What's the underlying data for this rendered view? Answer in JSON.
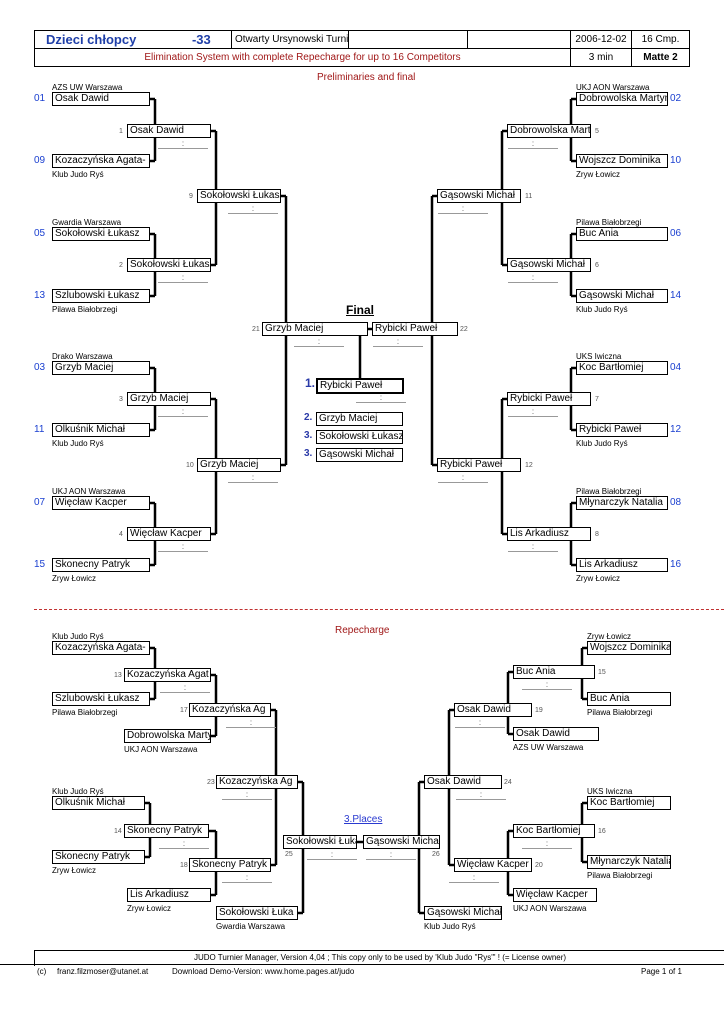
{
  "header": {
    "category": "Dzieci chłopcy",
    "weight": "-33",
    "tournament": "Otwarty Ursynowski Turni",
    "date": "2006-12-02",
    "competitors": "16  Cmp.",
    "system": "Elimination System with complete Repecharge for up to 16 Competitors",
    "duration": "3 min",
    "mat": "Matte 2"
  },
  "prelim": {
    "title": "Preliminaries and final",
    "seeds": [
      {
        "seed": "01",
        "name": "Osak Dawid",
        "club": "AZS UW Warszawa"
      },
      {
        "seed": "02",
        "name": "Dobrowolska Martyn",
        "club": "UKJ AON Warszawa"
      },
      {
        "seed": "03",
        "name": "Grzyb Maciej",
        "club": "Drako Warszawa"
      },
      {
        "seed": "04",
        "name": "Koc Bartłomiej",
        "club": "UKS Iwiczna"
      },
      {
        "seed": "05",
        "name": "Sokołowski Łukasz",
        "club": "Gwardia Warszawa"
      },
      {
        "seed": "06",
        "name": "Buc Ania",
        "club": "Pilawa Białobrzegi"
      },
      {
        "seed": "07",
        "name": "Więcław Kacper",
        "club": "UKJ AON Warszawa"
      },
      {
        "seed": "08",
        "name": "Młynarczyk Natalia",
        "club": "Pilawa Białobrzegi"
      },
      {
        "seed": "09",
        "name": "Kozaczyńska Agata-",
        "club": "Klub Judo Ryś"
      },
      {
        "seed": "10",
        "name": "Wojszcz Dominika",
        "club": "Zryw Łowicz"
      },
      {
        "seed": "11",
        "name": "Olkuśnik Michał",
        "club": "Klub Judo Ryś"
      },
      {
        "seed": "12",
        "name": "Rybicki Paweł",
        "club": "Klub Judo Ryś"
      },
      {
        "seed": "13",
        "name": "Szlubowski Łukasz",
        "club": "Pilawa Białobrzegi"
      },
      {
        "seed": "14",
        "name": "Gąsowski Michał",
        "club": "Klub Judo Ryś"
      },
      {
        "seed": "15",
        "name": "Skonecny Patryk",
        "club": "Zryw Łowicz"
      },
      {
        "seed": "16",
        "name": "Lis Arkadiusz",
        "club": "Zryw Łowicz"
      }
    ],
    "matches": {
      "m1": {
        "no": "1",
        "winner": "Osak Dawid"
      },
      "m2": {
        "no": "2",
        "winner": "Sokołowski Łukasz"
      },
      "m3": {
        "no": "3",
        "winner": "Grzyb Maciej"
      },
      "m4": {
        "no": "4",
        "winner": "Więcław Kacper"
      },
      "m5": {
        "no": "5",
        "winner": "Dobrowolska Marty"
      },
      "m6": {
        "no": "6",
        "winner": "Gąsowski Michał"
      },
      "m7": {
        "no": "7",
        "winner": "Rybicki Paweł"
      },
      "m8": {
        "no": "8",
        "winner": "Lis Arkadiusz"
      },
      "m9": {
        "no": "9",
        "winner": "Sokołowski Łukasz"
      },
      "m10": {
        "no": "10",
        "winner": "Grzyb Maciej"
      },
      "m11": {
        "no": "11",
        "winner": "Gąsowski Michał"
      },
      "m12": {
        "no": "12",
        "winner": "Rybicki Paweł"
      },
      "m21": {
        "no": "21",
        "winner": "Grzyb Maciej"
      },
      "m22": {
        "no": "22",
        "winner": "Rybicki Paweł"
      }
    },
    "final": {
      "title": "Final",
      "places": [
        {
          "place": "1.",
          "name": "Rybicki Paweł"
        },
        {
          "place": "2.",
          "name": "Grzyb Maciej"
        },
        {
          "place": "3.",
          "name": "Sokołowski Łukasz"
        },
        {
          "place": "3.",
          "name": "Gąsowski Michał"
        }
      ]
    }
  },
  "score_sep": ":",
  "repecharge": {
    "title": "Repecharge",
    "places_link": "3.Places",
    "entries": {
      "koz": {
        "name": "Kozaczyńska Agata-",
        "club": "Klub Judo Ryś"
      },
      "szl": {
        "name": "Szlubowski Łukasz",
        "club": "Pilawa Białobrzegi"
      },
      "dob": {
        "name": "Dobrowolska Marty",
        "club": "UKJ AON Warszawa"
      },
      "olk": {
        "name": "Olkuśnik Michał",
        "club": "Klub Judo Ryś"
      },
      "sko": {
        "name": "Skonecny Patryk",
        "club": "Zryw Łowicz"
      },
      "lis": {
        "name": "Lis Arkadiusz",
        "club": "Zryw Łowicz"
      },
      "sok": {
        "name": "Sokołowski Łuka",
        "club": "Gwardia Warszawa"
      },
      "woj": {
        "name": "Wojszcz Dominika",
        "club": "Zryw Łowicz"
      },
      "buc": {
        "name": "Buc Ania",
        "club": "Pilawa Białobrzegi"
      },
      "osa": {
        "name": "Osak Dawid",
        "club": "AZS UW Warszawa"
      },
      "koc": {
        "name": "Koc Bartłomiej",
        "club": "UKS Iwiczna"
      },
      "mly": {
        "name": "Młynarczyk Natalia",
        "club": "Pilawa Białobrzegi"
      },
      "wie": {
        "name": "Więcław Kacper",
        "club": "UKJ AON Warszawa"
      },
      "gas": {
        "name": "Gąsowski Michał",
        "club": "Klub Judo Ryś"
      }
    },
    "matches": {
      "m13": {
        "no": "13",
        "winner": "Kozaczyńska Agat"
      },
      "m14": {
        "no": "14",
        "winner": "Skonecny Patryk"
      },
      "m15": {
        "no": "15",
        "winner": "Buc Ania"
      },
      "m16": {
        "no": "16",
        "winner": "Koc Bartłomiej"
      },
      "m17": {
        "no": "17",
        "winner": "Kozaczyńska Ag"
      },
      "m18": {
        "no": "18",
        "winner": "Skonecny Patryk"
      },
      "m19": {
        "no": "19",
        "winner": "Osak Dawid"
      },
      "m20": {
        "no": "20",
        "winner": "Więcław Kacper"
      },
      "m23": {
        "no": "23",
        "winner": "Kozaczyńska Ag"
      },
      "m24": {
        "no": "24",
        "winner": "Osak Dawid"
      },
      "m25": {
        "no": "25",
        "winner": "Sokołowski Łuka"
      },
      "m26": {
        "no": "26",
        "winner": "Gąsowski Michał"
      }
    }
  },
  "footer": {
    "license": "JUDO Turnier Manager, Version 4,04  ;   This copy only to be used by 'Klub Judo \"Rys\"' ! (= License owner)",
    "copyright": "(c)",
    "email": "franz.filzmoser@utanet.at",
    "download": "Download Demo-Version:  www.home.pages.at/judo",
    "page": "Page 1 of  1"
  }
}
